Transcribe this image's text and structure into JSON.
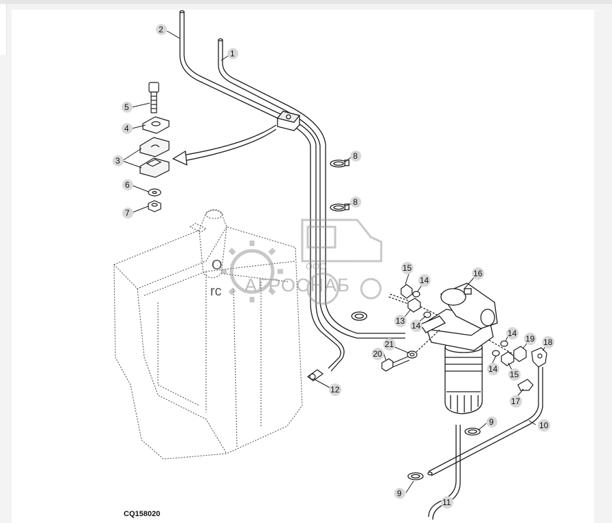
{
  "figure_id": "CQ158020",
  "watermark": {
    "line1": "ООО",
    "line2": "АГРОСНАБ"
  },
  "text_fragments": [
    "O",
    "rc"
  ],
  "callouts": [
    "1",
    "2",
    "3",
    "4",
    "5",
    "6",
    "7",
    "8",
    "8",
    "9",
    "9",
    "10",
    "11",
    "12",
    "13",
    "14",
    "14",
    "14",
    "14",
    "15",
    "15",
    "16",
    "17",
    "18",
    "19",
    "20",
    "21"
  ],
  "colors": {
    "line": "#1a1a1a",
    "dotted": "#555555",
    "bubble": "#d8d8d8",
    "watermark": "#9a9a9a"
  }
}
